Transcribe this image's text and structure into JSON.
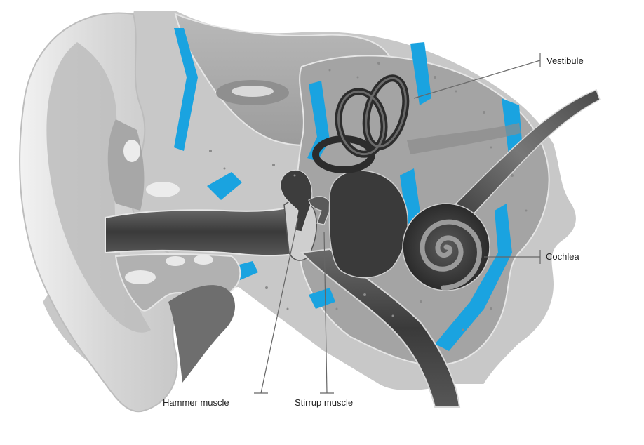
{
  "diagram": {
    "labels": {
      "vestibule": "Vestibule",
      "cochlea": "Cochlea",
      "hammer_muscle": "Hammer muscle",
      "stirrup_muscle": "Stirrup muscle"
    },
    "colors": {
      "background": "#ffffff",
      "skin": "#dcdcdc",
      "bone": "#a9a9a9",
      "canal": "#3c3c3c",
      "inner_ear": "#2e2e2e",
      "blood_vessels": "#1aa3e0",
      "leader_lines": "#666666"
    }
  }
}
